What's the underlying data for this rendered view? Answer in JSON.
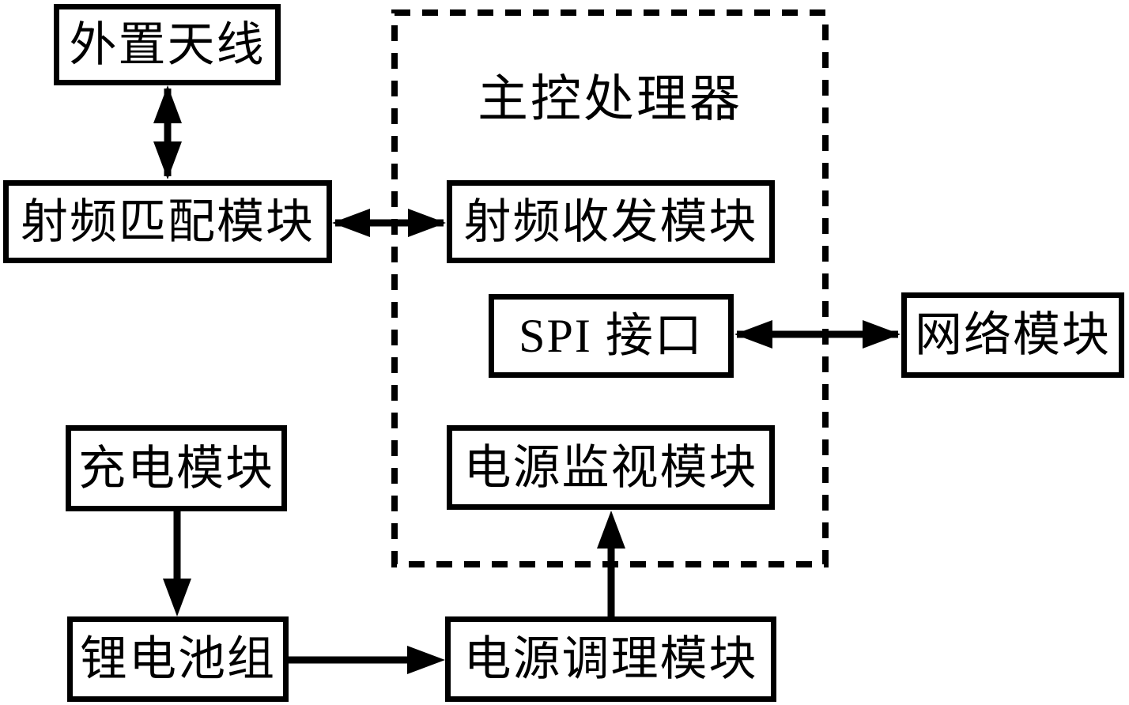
{
  "diagram": {
    "title": "主控处理器",
    "boxes": {
      "external_antenna": "外置天线",
      "rf_matching": "射频匹配模块",
      "rf_transceiver": "射频收发模块",
      "spi_interface": "SPI 接口",
      "network_module": "网络模块",
      "power_monitor": "电源监视模块",
      "charging_module": "充电模块",
      "battery_pack": "锂电池组",
      "power_conditioning": "电源调理模块"
    },
    "container": {
      "label": "主控处理器",
      "style": "dashed",
      "contains": [
        "rf_transceiver",
        "spi_interface",
        "power_monitor"
      ]
    },
    "edges": [
      {
        "from": "external_antenna",
        "to": "rf_matching",
        "direction": "bidirectional"
      },
      {
        "from": "rf_matching",
        "to": "rf_transceiver",
        "direction": "bidirectional"
      },
      {
        "from": "spi_interface",
        "to": "network_module",
        "direction": "bidirectional"
      },
      {
        "from": "charging_module",
        "to": "battery_pack",
        "direction": "forward"
      },
      {
        "from": "battery_pack",
        "to": "power_conditioning",
        "direction": "forward"
      },
      {
        "from": "power_conditioning",
        "to": "power_monitor",
        "direction": "forward"
      }
    ],
    "colors": {
      "line": "#000000",
      "background": "#ffffff"
    }
  }
}
